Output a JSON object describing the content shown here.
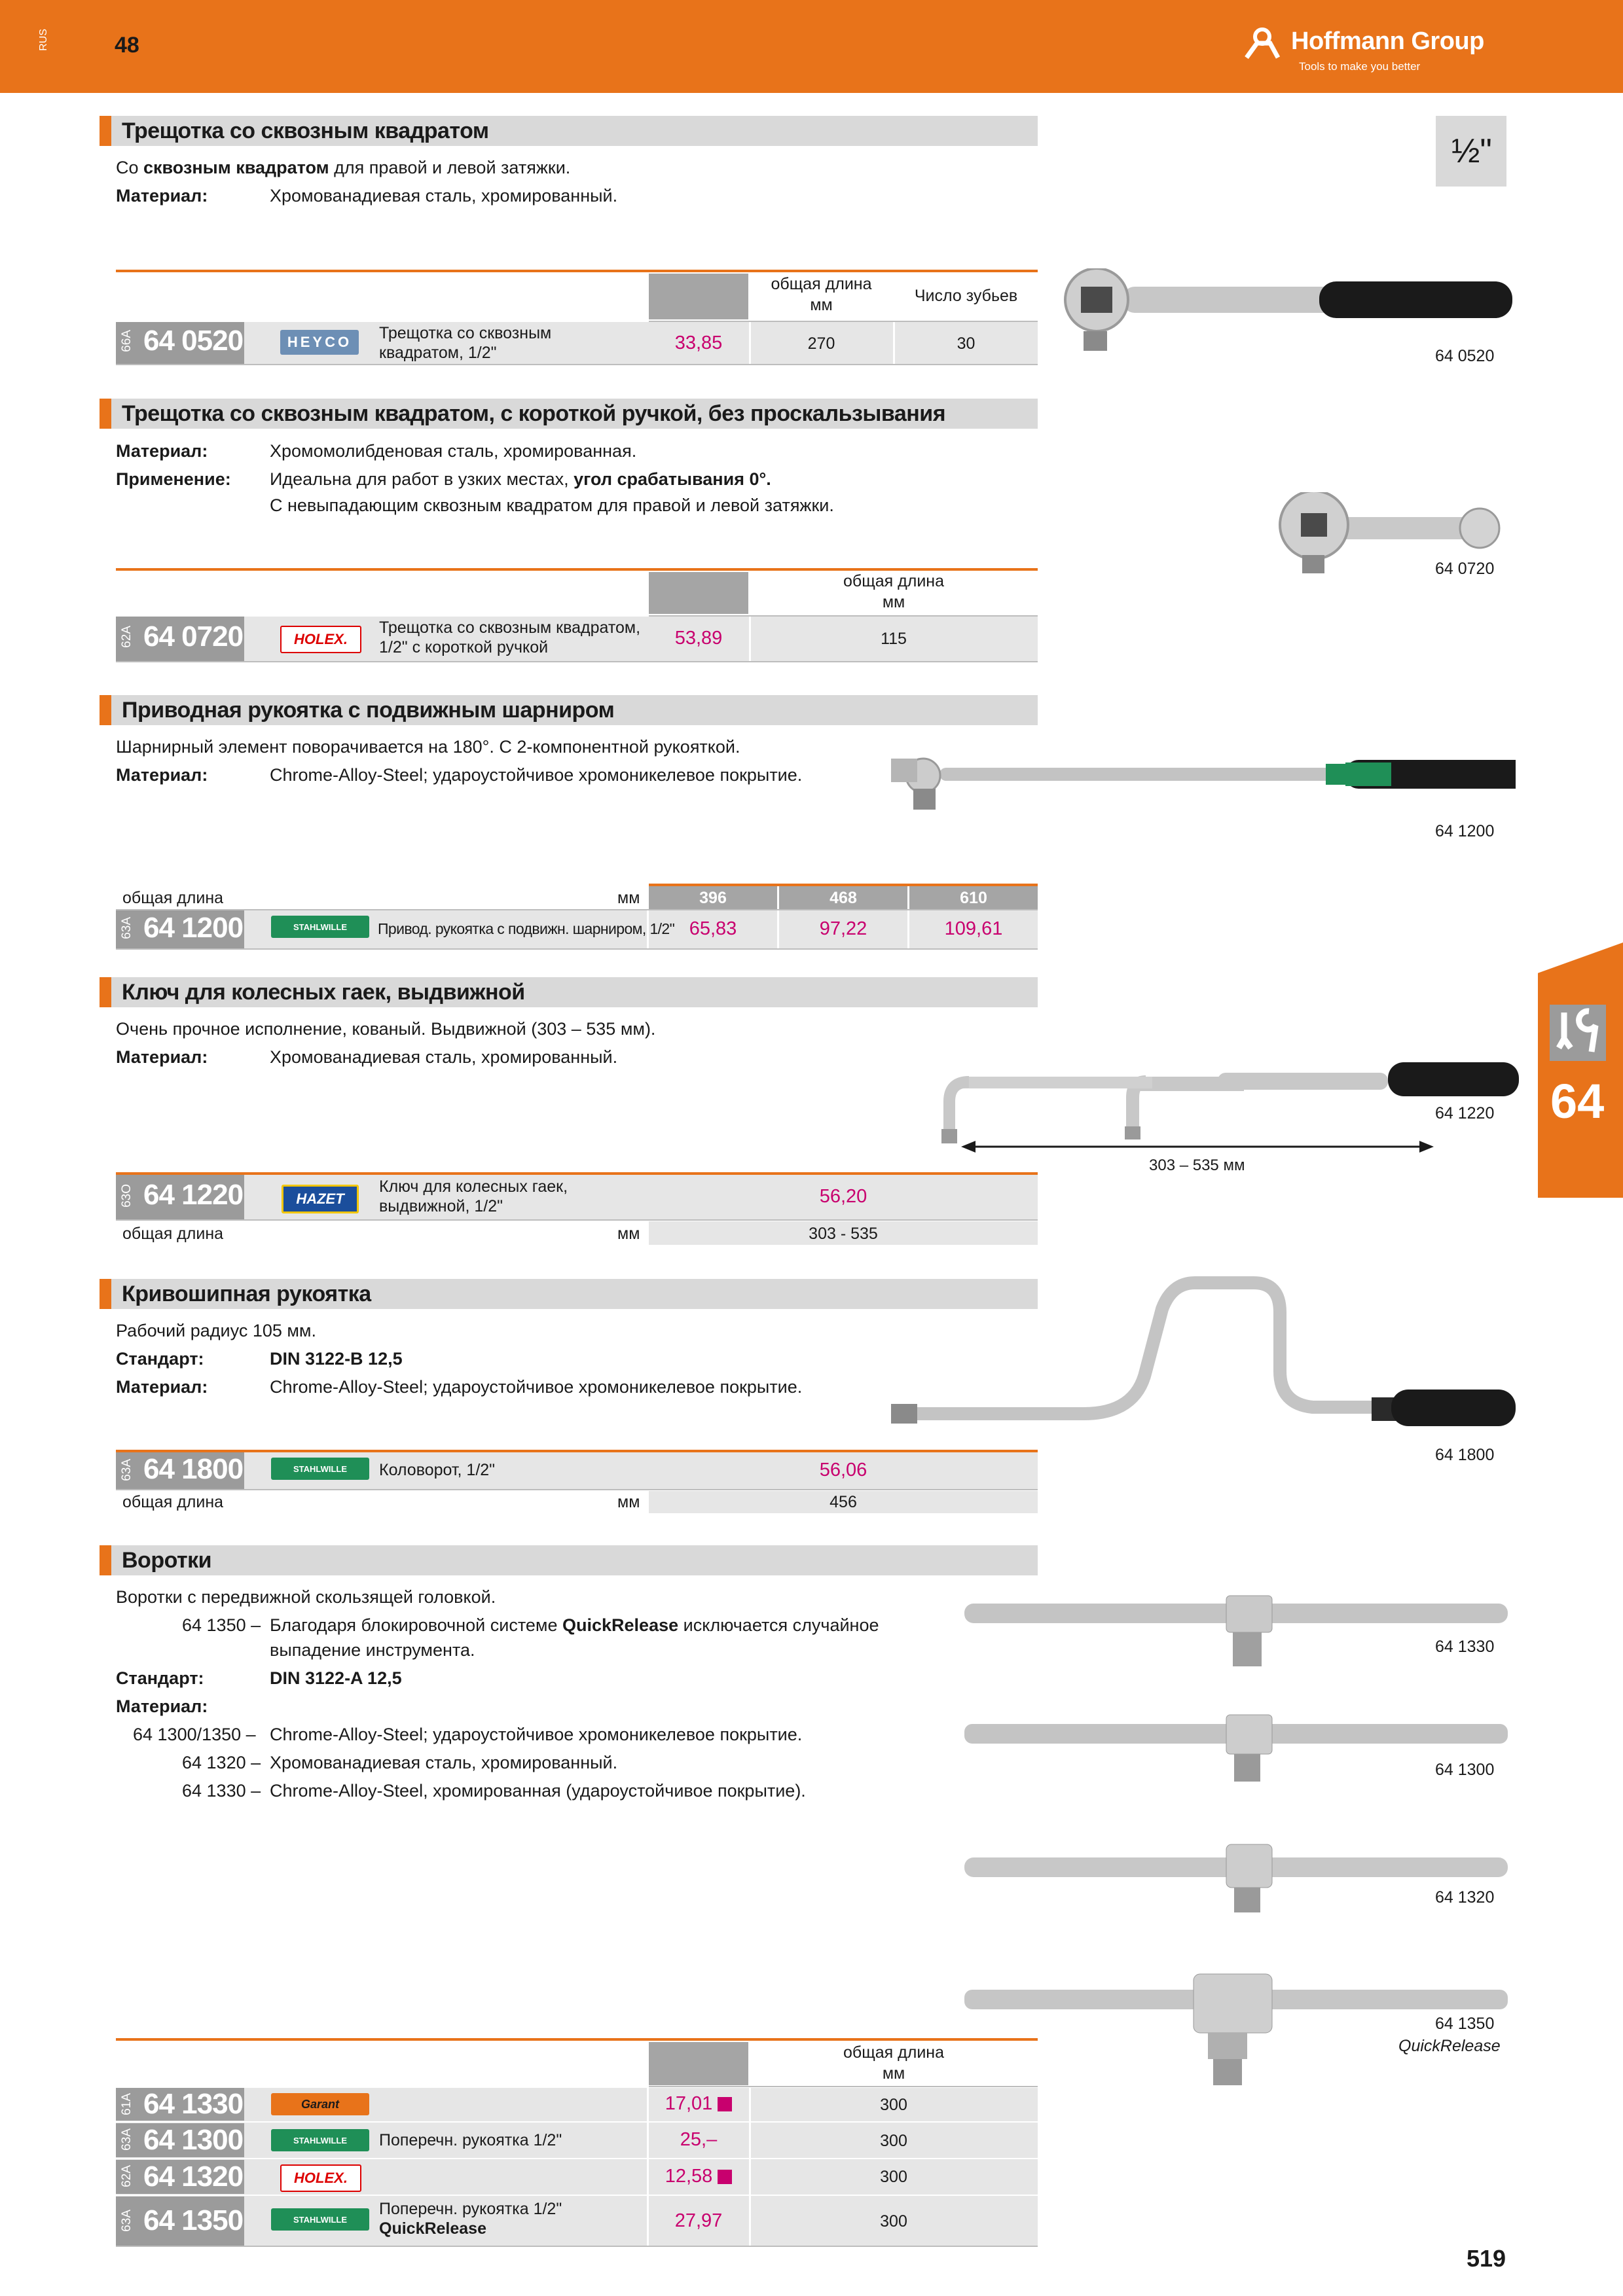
{
  "header": {
    "lang": "RUS",
    "chapter_num": "48",
    "brand": "Hoffmann Group",
    "tagline": "Tools to make you better"
  },
  "size_badge": "½\"",
  "side_tab": {
    "num": "64"
  },
  "page_number": "519",
  "s1": {
    "title": "Трещотка со сквозным квадратом",
    "desc_pre": "Со ",
    "desc_bold": "сквозным квадратом",
    "desc_post": " для правой и левой затяжки.",
    "mat_label": "Материал:",
    "mat_value": "Хромованадиевая сталь, хромированный.",
    "col_length": "общая длина\nмм",
    "col_teeth": "Число зубьев",
    "row": {
      "group": "66A",
      "code": "64 0520",
      "brand": "HEYCO",
      "name": "Трещотка со сквозным квадратом, 1/2\"",
      "price": "33,85",
      "length": "270",
      "teeth": "30"
    },
    "pic_label": "64 0520"
  },
  "s2": {
    "title": "Трещотка со сквозным квадратом, с короткой ручкой, без проскальзывания",
    "mat_label": "Материал:",
    "mat_value": "Хромомолибденовая сталь, хромированная.",
    "use_label": "Применение:",
    "use_pre": "Идеальна для работ в узких местах, ",
    "use_bold": "угол срабатывания 0°.",
    "use_line2": "С невыпадающим сквозным квадратом для правой и левой затяжки.",
    "col_length": "общая длина\nмм",
    "row": {
      "group": "62A",
      "code": "64 0720",
      "brand": "HOLEX.",
      "name": "Трещотка со сквозным квадратом, 1/2\" с короткой ручкой",
      "price": "53,89",
      "length": "115"
    },
    "pic_label": "64 0720"
  },
  "s3": {
    "title": "Приводная рукоятка с подвижным шарниром",
    "desc": "Шарнирный элемент поворачивается на 180°. С 2-компонентной рукояткой.",
    "mat_label": "Материал:",
    "mat_value": "Chrome-Alloy-Steel; удароустойчивое хромоникелевое покрытие.",
    "len_label": "общая длина",
    "unit": "мм",
    "lengths": [
      "396",
      "468",
      "610"
    ],
    "row": {
      "group": "63A",
      "code": "64 1200",
      "brand": "STAHLWILLE",
      "name": "Привод. рукоятка с подвижн. шарниром, 1/2\"",
      "prices": [
        "65,83",
        "97,22",
        "109,61"
      ]
    },
    "pic_label": "64 1200"
  },
  "s4": {
    "title": "Ключ для колесных гаек, выдвижной",
    "desc": "Очень прочное исполнение, кованый. Выдвижной (303 – 535 мм).",
    "mat_label": "Материал:",
    "mat_value": "Хромованадиевая сталь, хромированный.",
    "row": {
      "group": "63O",
      "code": "64 1220",
      "brand": "HAZET",
      "name": "Ключ для колесных гаек, выдвижной, 1/2\"",
      "price": "56,20"
    },
    "len_label": "общая длина",
    "unit": "мм",
    "length": "303 - 535",
    "dim_label": "303 – 535 мм",
    "pic_label": "64 1220"
  },
  "s5": {
    "title": "Кривошипная рукоятка",
    "desc": "Рабочий радиус 105 мм.",
    "std_label": "Стандарт:",
    "std_value": "DIN 3122-B 12,5",
    "mat_label": "Материал:",
    "mat_value": "Chrome-Alloy-Steel; удароустойчивое хромоникелевое покрытие.",
    "row": {
      "group": "63A",
      "code": "64 1800",
      "brand": "STAHLWILLE",
      "name": "Коловорот, 1/2\"",
      "price": "56,06"
    },
    "len_label": "общая длина",
    "unit": "мм",
    "length": "456",
    "pic_label": "64 1800"
  },
  "s6": {
    "title": "Воротки",
    "desc": "Воротки с передвижной скользящей головкой.",
    "qr_code": "64 1350 –",
    "qr_pre": "Благодаря блокировочной системе ",
    "qr_bold": "QuickRelease",
    "qr_post": " исключается случайное",
    "qr_line2": "выпадение инструмента.",
    "std_label": "Стандарт:",
    "std_value": "DIN 3122-A 12,5",
    "mat_label": "Материал:",
    "mats": [
      {
        "codes": "64 1300/1350 –",
        "text": "Chrome-Alloy-Steel; удароустойчивое хромоникелевое покрытие."
      },
      {
        "codes": "64 1320 –",
        "text": "Хромованадиевая сталь, хромированный."
      },
      {
        "codes": "64 1330 –",
        "text": "Chrome-Alloy-Steel, хромированная (удароустойчивое покрытие)."
      }
    ],
    "col_length": "общая длина\nмм",
    "rows": [
      {
        "group": "61A",
        "code": "64 1330",
        "brand": "Garant",
        "price": "17,01",
        "length": "300"
      },
      {
        "group": "63A",
        "code": "64 1300",
        "brand": "STAHLWILLE",
        "price": "25,–",
        "length": "300"
      },
      {
        "group": "62A",
        "code": "64 1320",
        "brand": "HOLEX.",
        "price": "12,58",
        "length": "300"
      },
      {
        "group": "63A",
        "code": "64 1350",
        "brand": "STAHLWILLE",
        "price": "27,97",
        "length": "300"
      }
    ],
    "name_common": "Поперечн. рукоятка 1/2\"",
    "name_qr1": "Поперечн. рукоятка 1/2\"",
    "name_qr2": "QuickRelease",
    "pic_labels": [
      "64 1330",
      "64 1300",
      "64 1320",
      "64 1350"
    ],
    "pic_qr_label": "QuickRelease"
  },
  "colors": {
    "accent": "#e8731a",
    "price": "#c8006e",
    "header_gray": "#d9d9d9"
  }
}
